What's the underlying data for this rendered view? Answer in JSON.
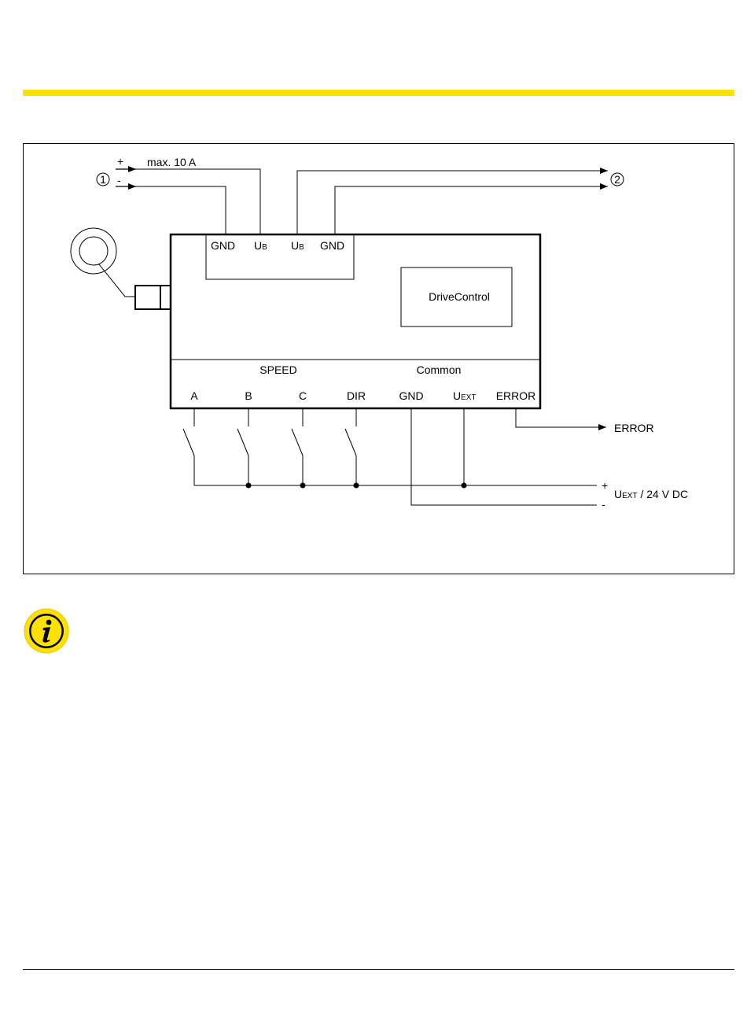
{
  "colors": {
    "accent": "#ffe100",
    "line": "#000000"
  },
  "diagram": {
    "input_marker": "1",
    "output_marker": "2",
    "input_plus": "+",
    "input_minus": "-",
    "max_current": "max. 10 A",
    "power_terminals": {
      "gnd_left": "GND",
      "ub_left": {
        "main": "U",
        "sub": "B"
      },
      "ub_right": {
        "main": "U",
        "sub": "B"
      },
      "gnd_right": "GND"
    },
    "drivecontrol_label": "DriveControl",
    "group_speed": "SPEED",
    "group_common": "Common",
    "io_terminals": {
      "a": "A",
      "b": "B",
      "c": "C",
      "dir": "DIR",
      "gnd": "GND",
      "uext": {
        "main": "U",
        "sub": "EXT"
      },
      "error": "ERROR"
    },
    "error_output": "ERROR",
    "supply_plus": "+",
    "supply_minus": "-",
    "supply_label": {
      "main": "U",
      "sub": "EXT",
      "rest": " / 24 V DC"
    }
  },
  "info_icon": "info-icon"
}
